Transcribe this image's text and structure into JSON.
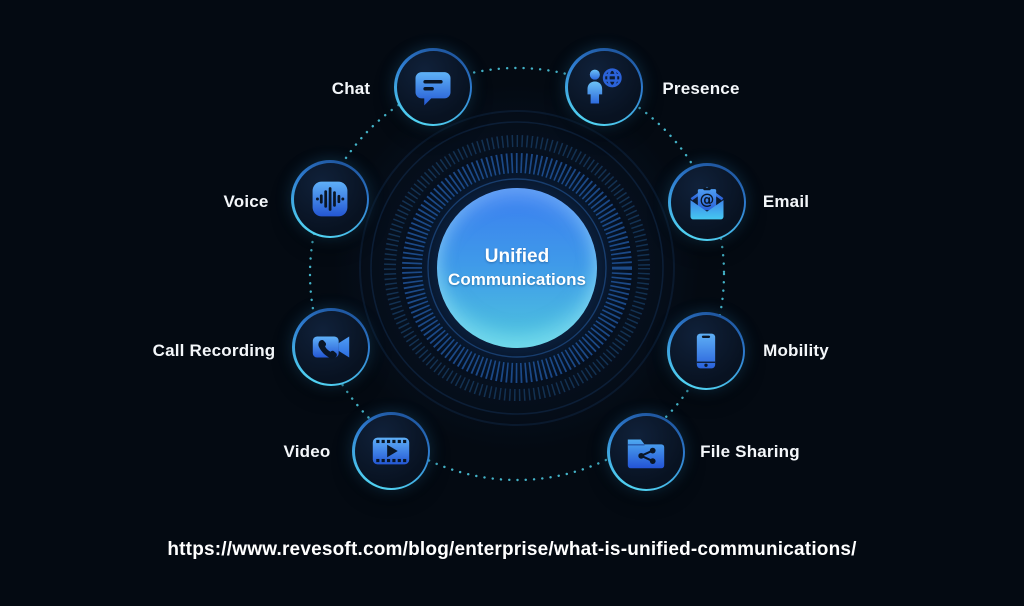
{
  "background": "#040a12",
  "palette": {
    "orbit_dot": "#4fd0e8",
    "ring_cyan": "#55ddf6",
    "ring_blue": "#1c4f96",
    "tick_ring": "#1e4d8c",
    "glyph_light": "#57aef6",
    "glyph_dark": "#2457d4",
    "glyph_cutout": "#0a1626",
    "center_top": "#3b7ef0",
    "center_bottom": "#4fc6de",
    "text": "#ffffff"
  },
  "center": {
    "line1": "Unified",
    "line2": "Communications"
  },
  "nodes": [
    {
      "label": "Chat",
      "icon": "chat-icon",
      "label_side": "left"
    },
    {
      "label": "Presence",
      "icon": "presence-icon",
      "label_side": "right"
    },
    {
      "label": "Voice",
      "icon": "voice-icon",
      "label_side": "left"
    },
    {
      "label": "Email",
      "icon": "email-icon",
      "label_side": "right"
    },
    {
      "label": "Call Recording",
      "icon": "call-recording-icon",
      "label_side": "left"
    },
    {
      "label": "Mobility",
      "icon": "mobility-icon",
      "label_side": "right"
    },
    {
      "label": "Video",
      "icon": "video-icon",
      "label_side": "left"
    },
    {
      "label": "File Sharing",
      "icon": "file-sharing-icon",
      "label_side": "right"
    }
  ],
  "footer": {
    "url": "https://www.revesoft.com/blog/enterprise/what-is-unified-communications/"
  }
}
